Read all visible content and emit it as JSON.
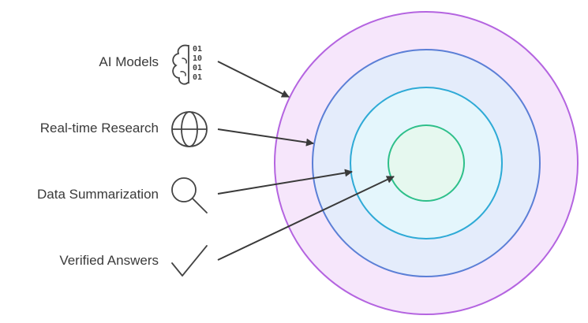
{
  "diagram": {
    "labels": [
      {
        "text": "AI Models",
        "icon": "brain-binary-icon",
        "ring": "outer-ring"
      },
      {
        "text": "Real-time Research",
        "icon": "globe-icon",
        "ring": "second-ring"
      },
      {
        "text": "Data Summarization",
        "icon": "magnifier-icon",
        "ring": "third-ring"
      },
      {
        "text": "Verified Answers",
        "icon": "checkmark-icon",
        "ring": "core-circle"
      }
    ],
    "binary_digits": [
      "01",
      "10",
      "01",
      "01"
    ],
    "rings": [
      {
        "name": "outer-ring",
        "fill": "#f6e6fb",
        "stroke": "#b464e0"
      },
      {
        "name": "second-ring",
        "fill": "#e4ecfb",
        "stroke": "#5b7fd6"
      },
      {
        "name": "third-ring",
        "fill": "#e4f6fc",
        "stroke": "#2eaad6"
      },
      {
        "name": "core-circle",
        "fill": "#e6f8ef",
        "stroke": "#2ebf8a"
      }
    ]
  }
}
